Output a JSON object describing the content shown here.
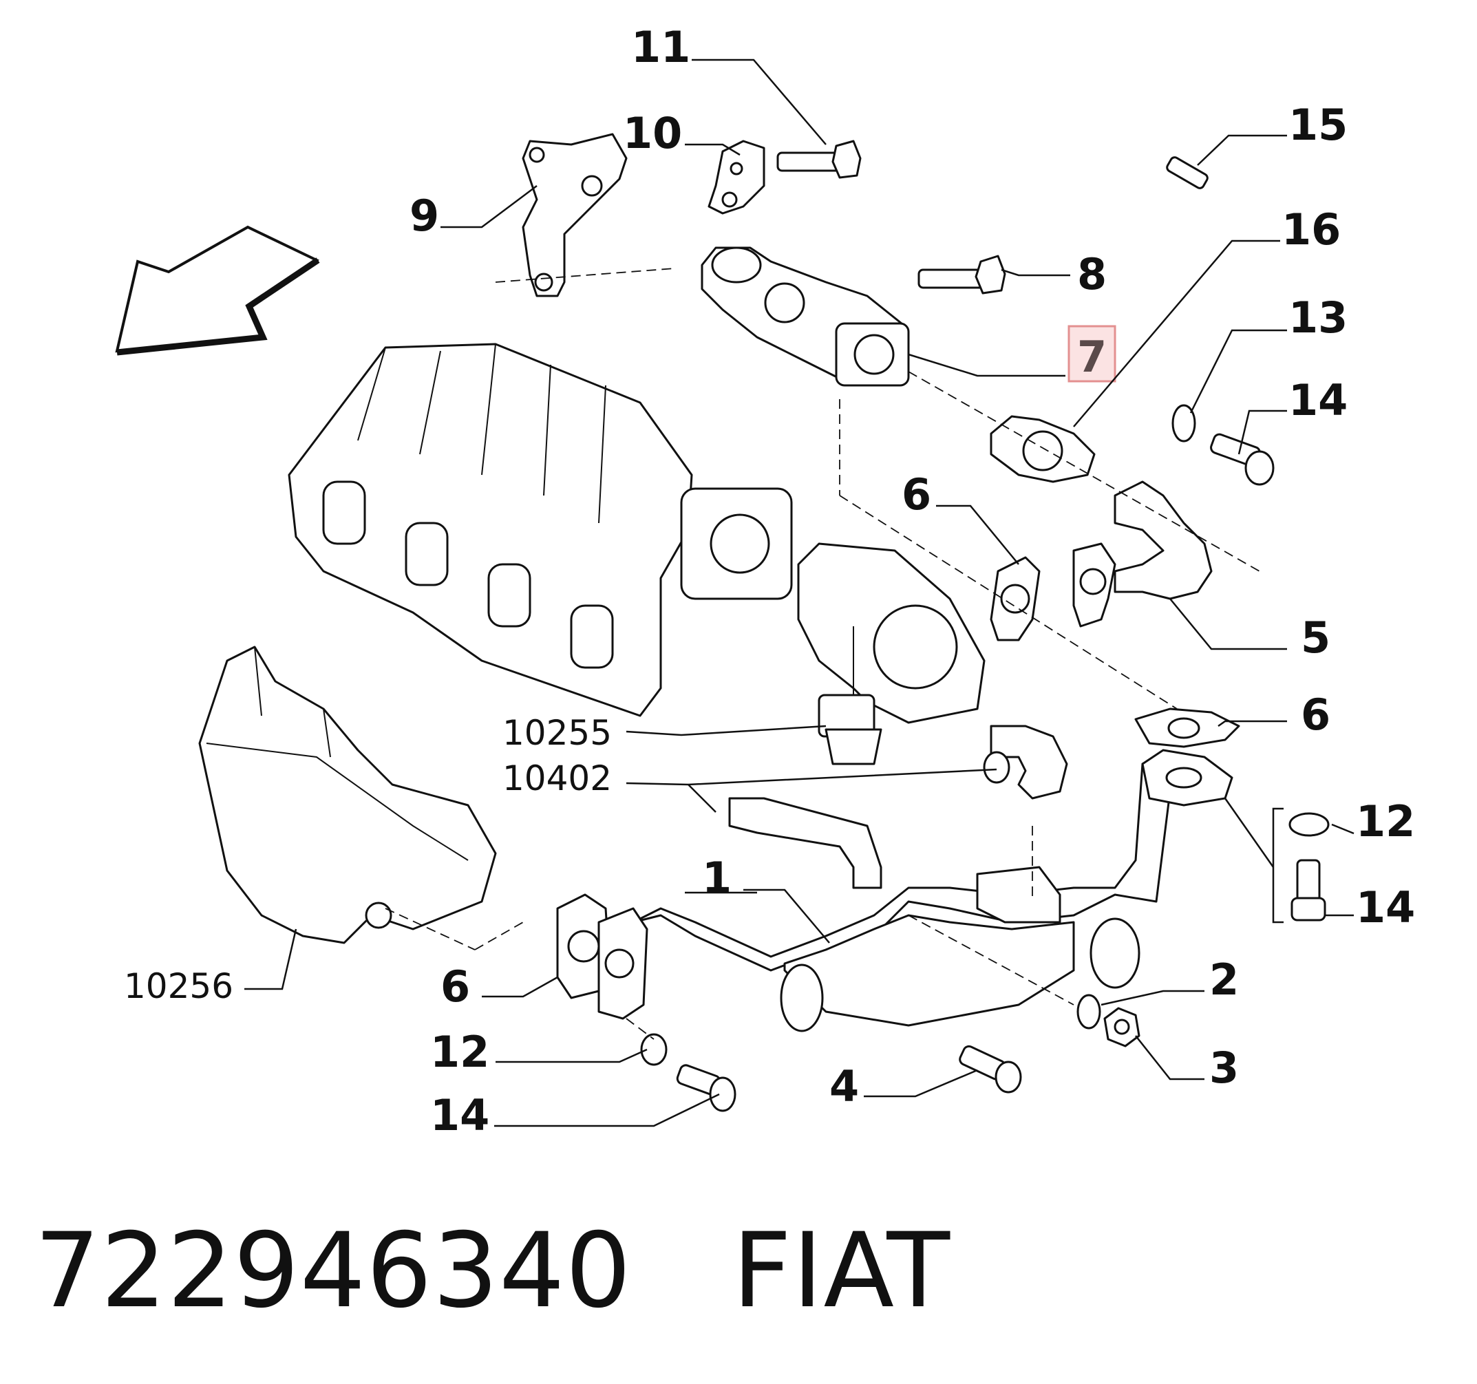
{
  "diagram": {
    "callouts": [
      {
        "id": "c11",
        "label": "11"
      },
      {
        "id": "c10",
        "label": "10"
      },
      {
        "id": "c15",
        "label": "15"
      },
      {
        "id": "c9",
        "label": "9"
      },
      {
        "id": "c16",
        "label": "16"
      },
      {
        "id": "c8",
        "label": "8"
      },
      {
        "id": "c13",
        "label": "13"
      },
      {
        "id": "c7",
        "label": "7",
        "highlighted": true
      },
      {
        "id": "c14a",
        "label": "14"
      },
      {
        "id": "c6a",
        "label": "6"
      },
      {
        "id": "c5",
        "label": "5"
      },
      {
        "id": "c6b",
        "label": "6"
      },
      {
        "id": "c10255",
        "label": "10255"
      },
      {
        "id": "c10402",
        "label": "10402"
      },
      {
        "id": "c12a",
        "label": "12"
      },
      {
        "id": "c1",
        "label": "1"
      },
      {
        "id": "c14b",
        "label": "14"
      },
      {
        "id": "c10256",
        "label": "10256"
      },
      {
        "id": "c6c",
        "label": "6"
      },
      {
        "id": "c2",
        "label": "2"
      },
      {
        "id": "c12b",
        "label": "12"
      },
      {
        "id": "c3",
        "label": "3"
      },
      {
        "id": "c4",
        "label": "4"
      },
      {
        "id": "c14c",
        "label": "14"
      }
    ],
    "highlight_color": "#e39090"
  },
  "footer": {
    "part_number": "722946340",
    "brand": "FIAT"
  }
}
